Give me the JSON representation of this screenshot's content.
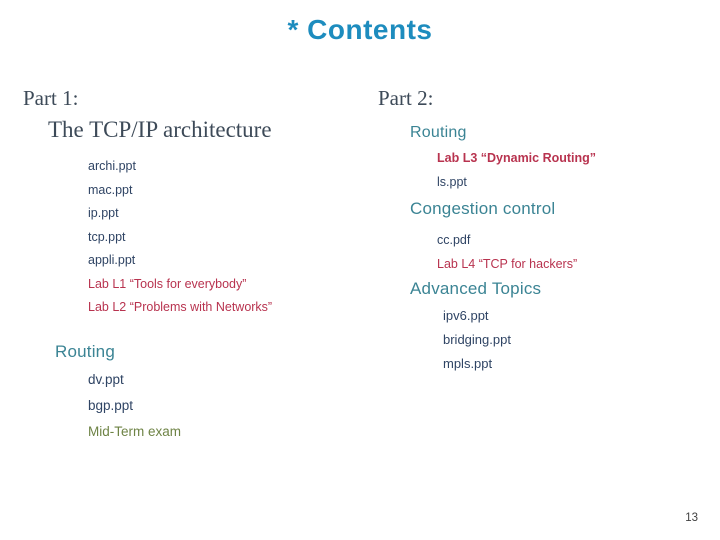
{
  "title": "* Contents",
  "page_number": "13",
  "colors": {
    "title": "#1D8CBE",
    "serif_heading": "#3D4A58",
    "teal_heading": "#3B8494",
    "item_blue": "#2F4464",
    "item_red": "#B8334F",
    "item_olive": "#6E8345",
    "page_number": "#404040"
  },
  "left_column": {
    "part_label": "Part 1:",
    "main_heading": "The TCP/IP architecture",
    "main_items": [
      {
        "label": "archi.ppt",
        "color": "blue"
      },
      {
        "label": "mac.ppt",
        "color": "blue"
      },
      {
        "label": "ip.ppt",
        "color": "blue"
      },
      {
        "label": "tcp.ppt",
        "color": "blue"
      },
      {
        "label": "appli.ppt",
        "color": "blue"
      },
      {
        "label": "Lab L1 “Tools for everybody”",
        "color": "red"
      },
      {
        "label": "Lab L2 “Problems with Networks”",
        "color": "red"
      }
    ],
    "routing_heading": "Routing",
    "routing_items": [
      {
        "label": "dv.ppt",
        "color": "blue"
      },
      {
        "label": "bgp.ppt",
        "color": "blue"
      },
      {
        "label": "Mid-Term exam",
        "color": "olive"
      }
    ]
  },
  "right_column": {
    "part_label": "Part 2:",
    "sections": [
      {
        "heading": "Routing",
        "items": [
          {
            "label": "Lab L3 “Dynamic Routing”",
            "color": "red",
            "bold": true
          },
          {
            "label": "ls.ppt",
            "color": "blue"
          }
        ]
      },
      {
        "heading": "Congestion control",
        "items": [
          {
            "label": "cc.pdf",
            "color": "blue"
          },
          {
            "label": "Lab L4 “TCP for hackers”",
            "color": "red"
          }
        ]
      },
      {
        "heading": "Advanced Topics",
        "items": [
          {
            "label": "ipv6.ppt",
            "color": "blue"
          },
          {
            "label": "bridging.ppt",
            "color": "blue"
          },
          {
            "label": "mpls.ppt",
            "color": "blue"
          }
        ]
      }
    ]
  }
}
